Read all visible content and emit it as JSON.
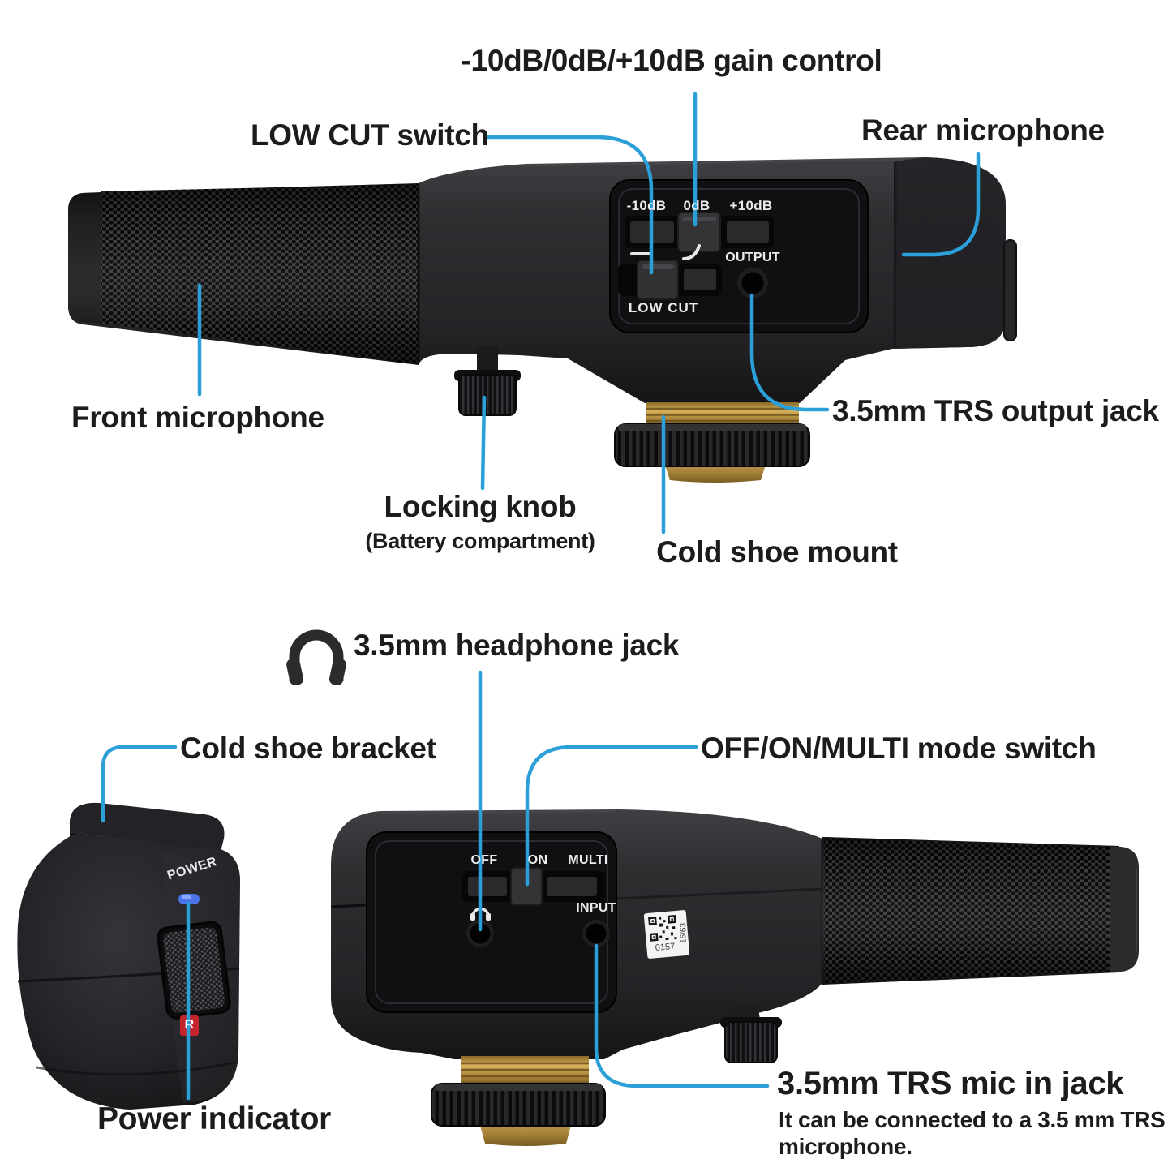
{
  "colors": {
    "background": "#ffffff",
    "callout_blue": "#2b9fd8",
    "label_text": "#1c1c1c",
    "panel_text": "#ececee",
    "brass": "#d9b25c",
    "led_blue": "#4a74e8",
    "badge_red": "#c4242c"
  },
  "top_view": {
    "labels": {
      "gain_control": "-10dB/0dB/+10dB gain control",
      "low_cut_switch": "LOW CUT switch",
      "rear_microphone": "Rear microphone",
      "front_microphone": "Front microphone",
      "output_jack": "3.5mm TRS output jack",
      "locking_knob": "Locking knob",
      "locking_knob_note": "(Battery compartment)",
      "cold_shoe_mount": "Cold shoe mount"
    },
    "device_panel": {
      "gain_options": [
        "-10dB",
        "0dB",
        "+10dB"
      ],
      "low_cut": "LOW CUT",
      "output": "OUTPUT"
    }
  },
  "bottom_view": {
    "labels": {
      "headphone_jack": "3.5mm headphone jack",
      "cold_shoe_bracket": "Cold shoe bracket",
      "mode_switch": "OFF/ON/MULTI mode switch",
      "power_indicator": "Power indicator",
      "mic_in_jack": "3.5mm TRS mic in jack",
      "mic_in_note": "It can be connected to a 3.5 mm TRS microphone."
    },
    "device_panel": {
      "mode_options": [
        "OFF",
        "ON",
        "MULTI"
      ],
      "input": "INPUT",
      "power": "POWER",
      "sticker_number": "0157",
      "sticker_batch": "16/63",
      "brand_badge": "R"
    }
  }
}
